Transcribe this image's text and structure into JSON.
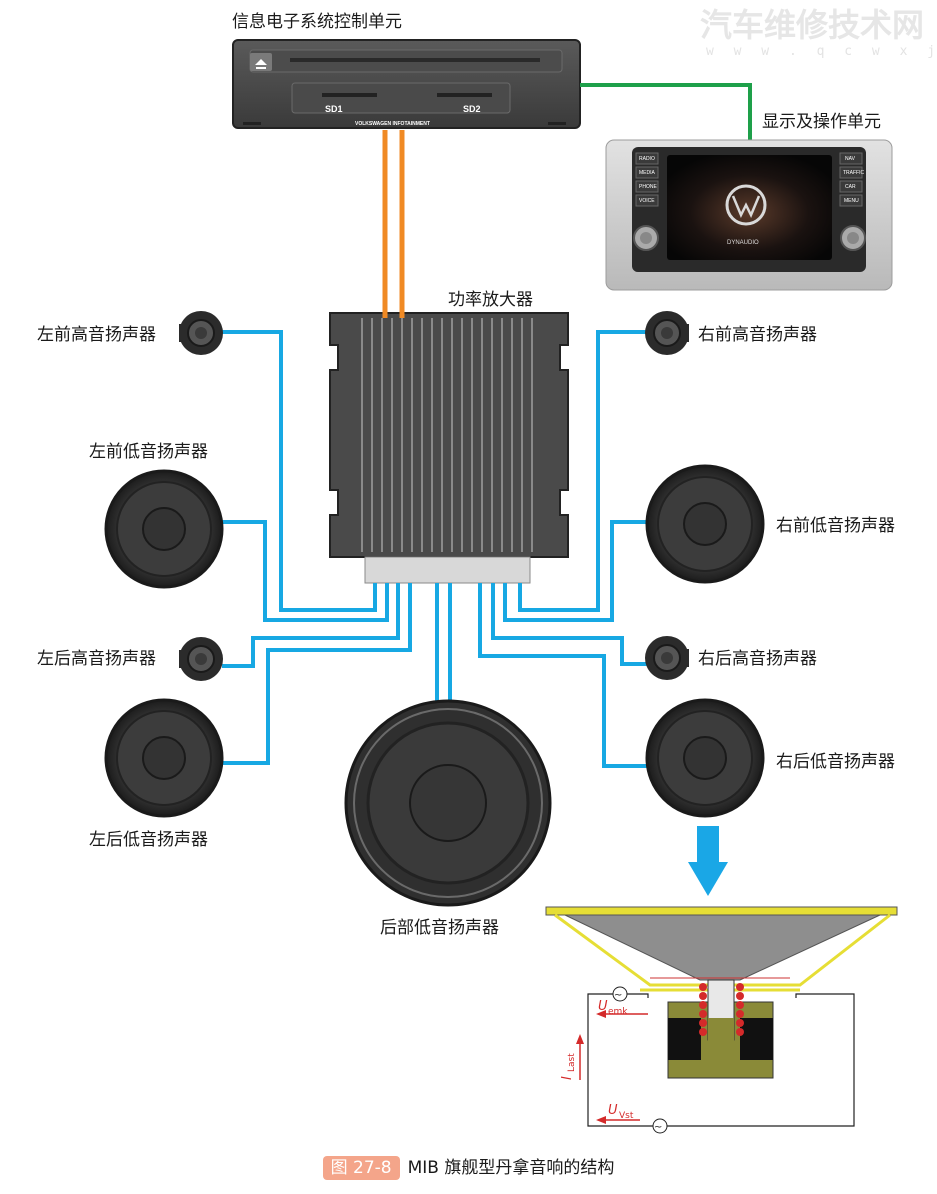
{
  "watermark": {
    "title": "汽车维修技术网",
    "url": "w w w . q c w x j s . c o m"
  },
  "head_unit": {
    "label": "信息电子系统控制单元",
    "sd1": "SD1",
    "sd2": "SD2",
    "brand": "VOLKSWAGEN INFOTAINMENT"
  },
  "display_unit": {
    "label": "显示及操作单元",
    "left_buttons": [
      "RADIO",
      "MEDIA",
      "PHONE",
      "VOICE"
    ],
    "right_buttons": [
      "NAV",
      "TRAFFIC",
      "CAR",
      "MENU"
    ],
    "screen_text": "DYNAUDIO"
  },
  "amplifier": {
    "label": "功率放大器"
  },
  "speakers": {
    "front_left_tweeter": "左前高音扬声器",
    "front_left_woofer": "左前低音扬声器",
    "rear_left_tweeter": "左后高音扬声器",
    "rear_left_woofer": "左后低音扬声器",
    "front_right_tweeter": "右前高音扬声器",
    "front_right_woofer": "右前低音扬声器",
    "rear_right_tweeter": "右后高音扬声器",
    "rear_right_woofer": "右后低音扬声器",
    "subwoofer": "后部低音扬声器"
  },
  "cross_section": {
    "u_emk": "U",
    "u_emk_sub": "emk",
    "i_last": "I",
    "i_last_sub": "Last",
    "u_vst": "U",
    "u_vst_sub": "Vst"
  },
  "caption": {
    "figure": "图 27-8",
    "text": "MIB 旗舰型丹拿音响的结构"
  },
  "colors": {
    "speaker_wire": "#17a8e3",
    "amp_wire": "#f08a24",
    "display_wire": "#1ea04a",
    "arrow": "#1aa7e6"
  }
}
